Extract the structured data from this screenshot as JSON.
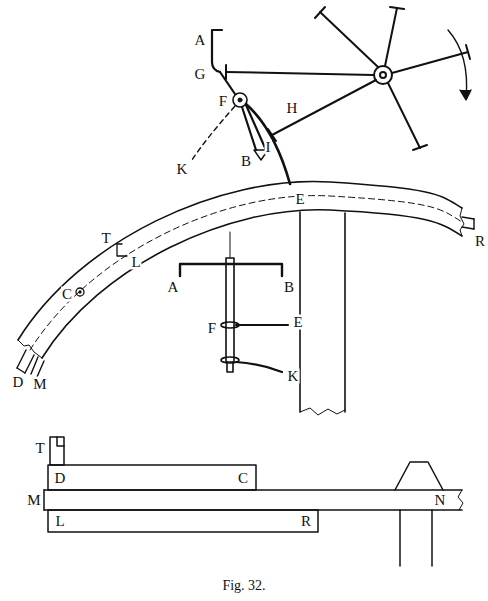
{
  "diagram": {
    "caption": "Fig. 32.",
    "labels": [
      "A",
      "G",
      "F",
      "H",
      "I",
      "K",
      "B",
      "E",
      "L",
      "T",
      "C",
      "D",
      "M",
      "R",
      "A",
      "B",
      "F",
      "E",
      "K",
      "T",
      "D",
      "C",
      "M",
      "N",
      "L",
      "R"
    ]
  }
}
